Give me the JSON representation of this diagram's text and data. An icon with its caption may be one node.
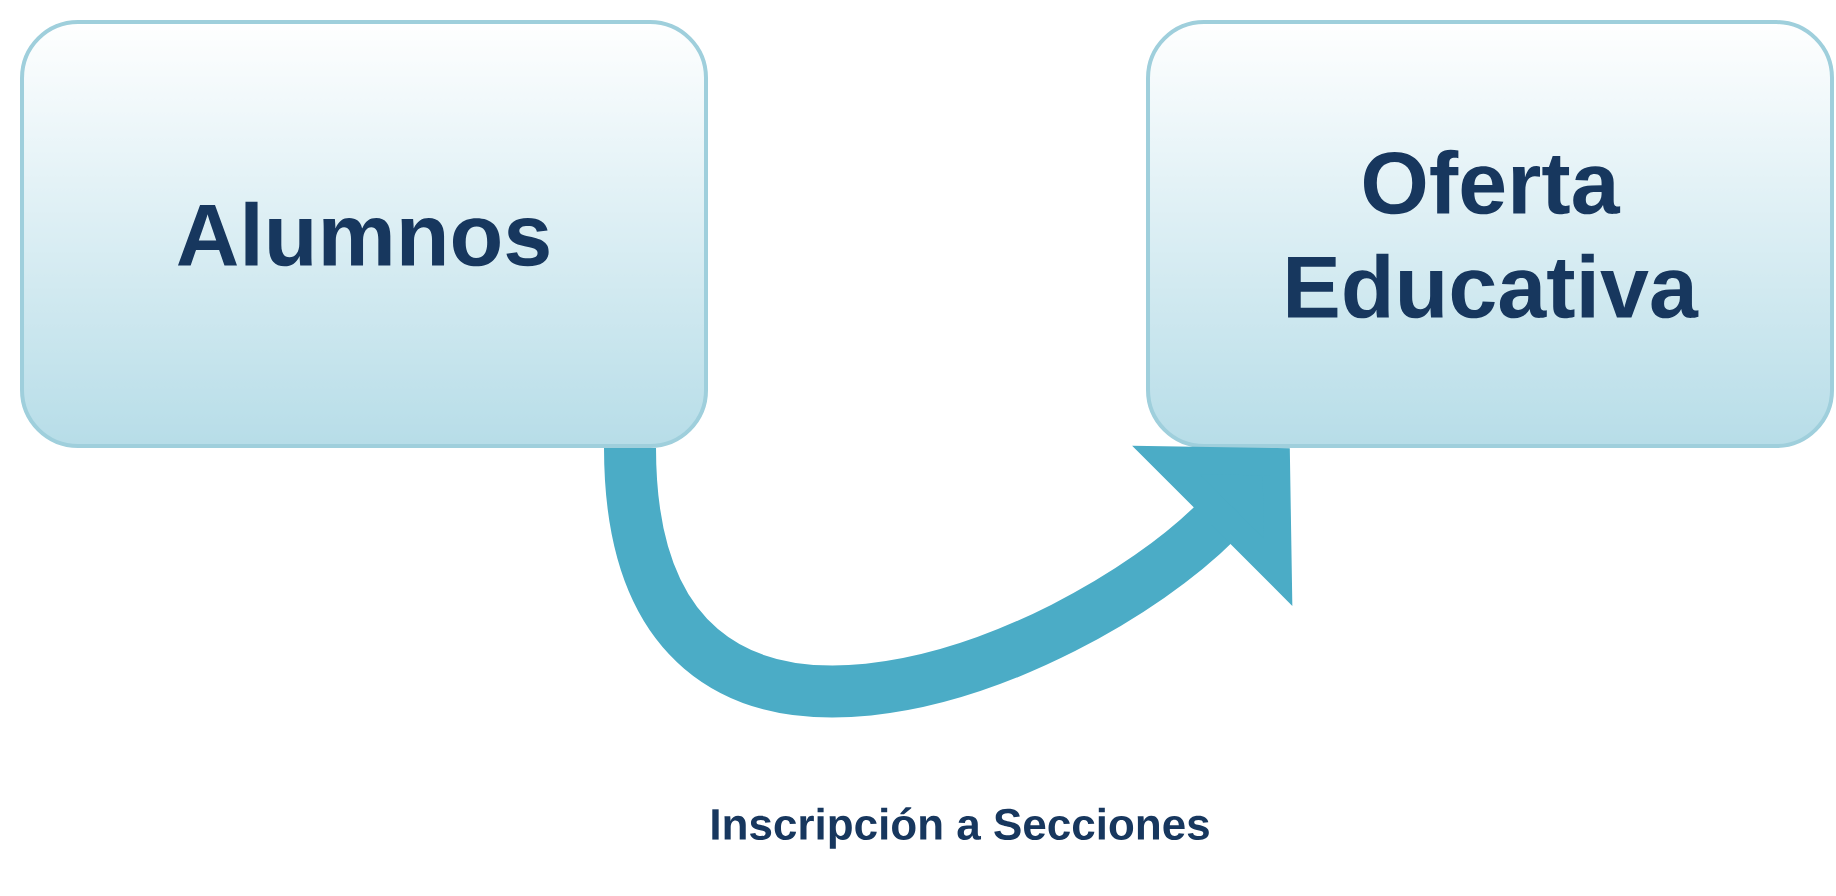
{
  "diagram": {
    "nodes": [
      {
        "text": [
          "Alumnos"
        ]
      },
      {
        "text": [
          "Oferta Educativa"
        ]
      }
    ],
    "edges": [
      {
        "from": 0,
        "to": 1,
        "arrow": "to",
        "label": "Inscripción a Secciones"
      }
    ]
  }
}
